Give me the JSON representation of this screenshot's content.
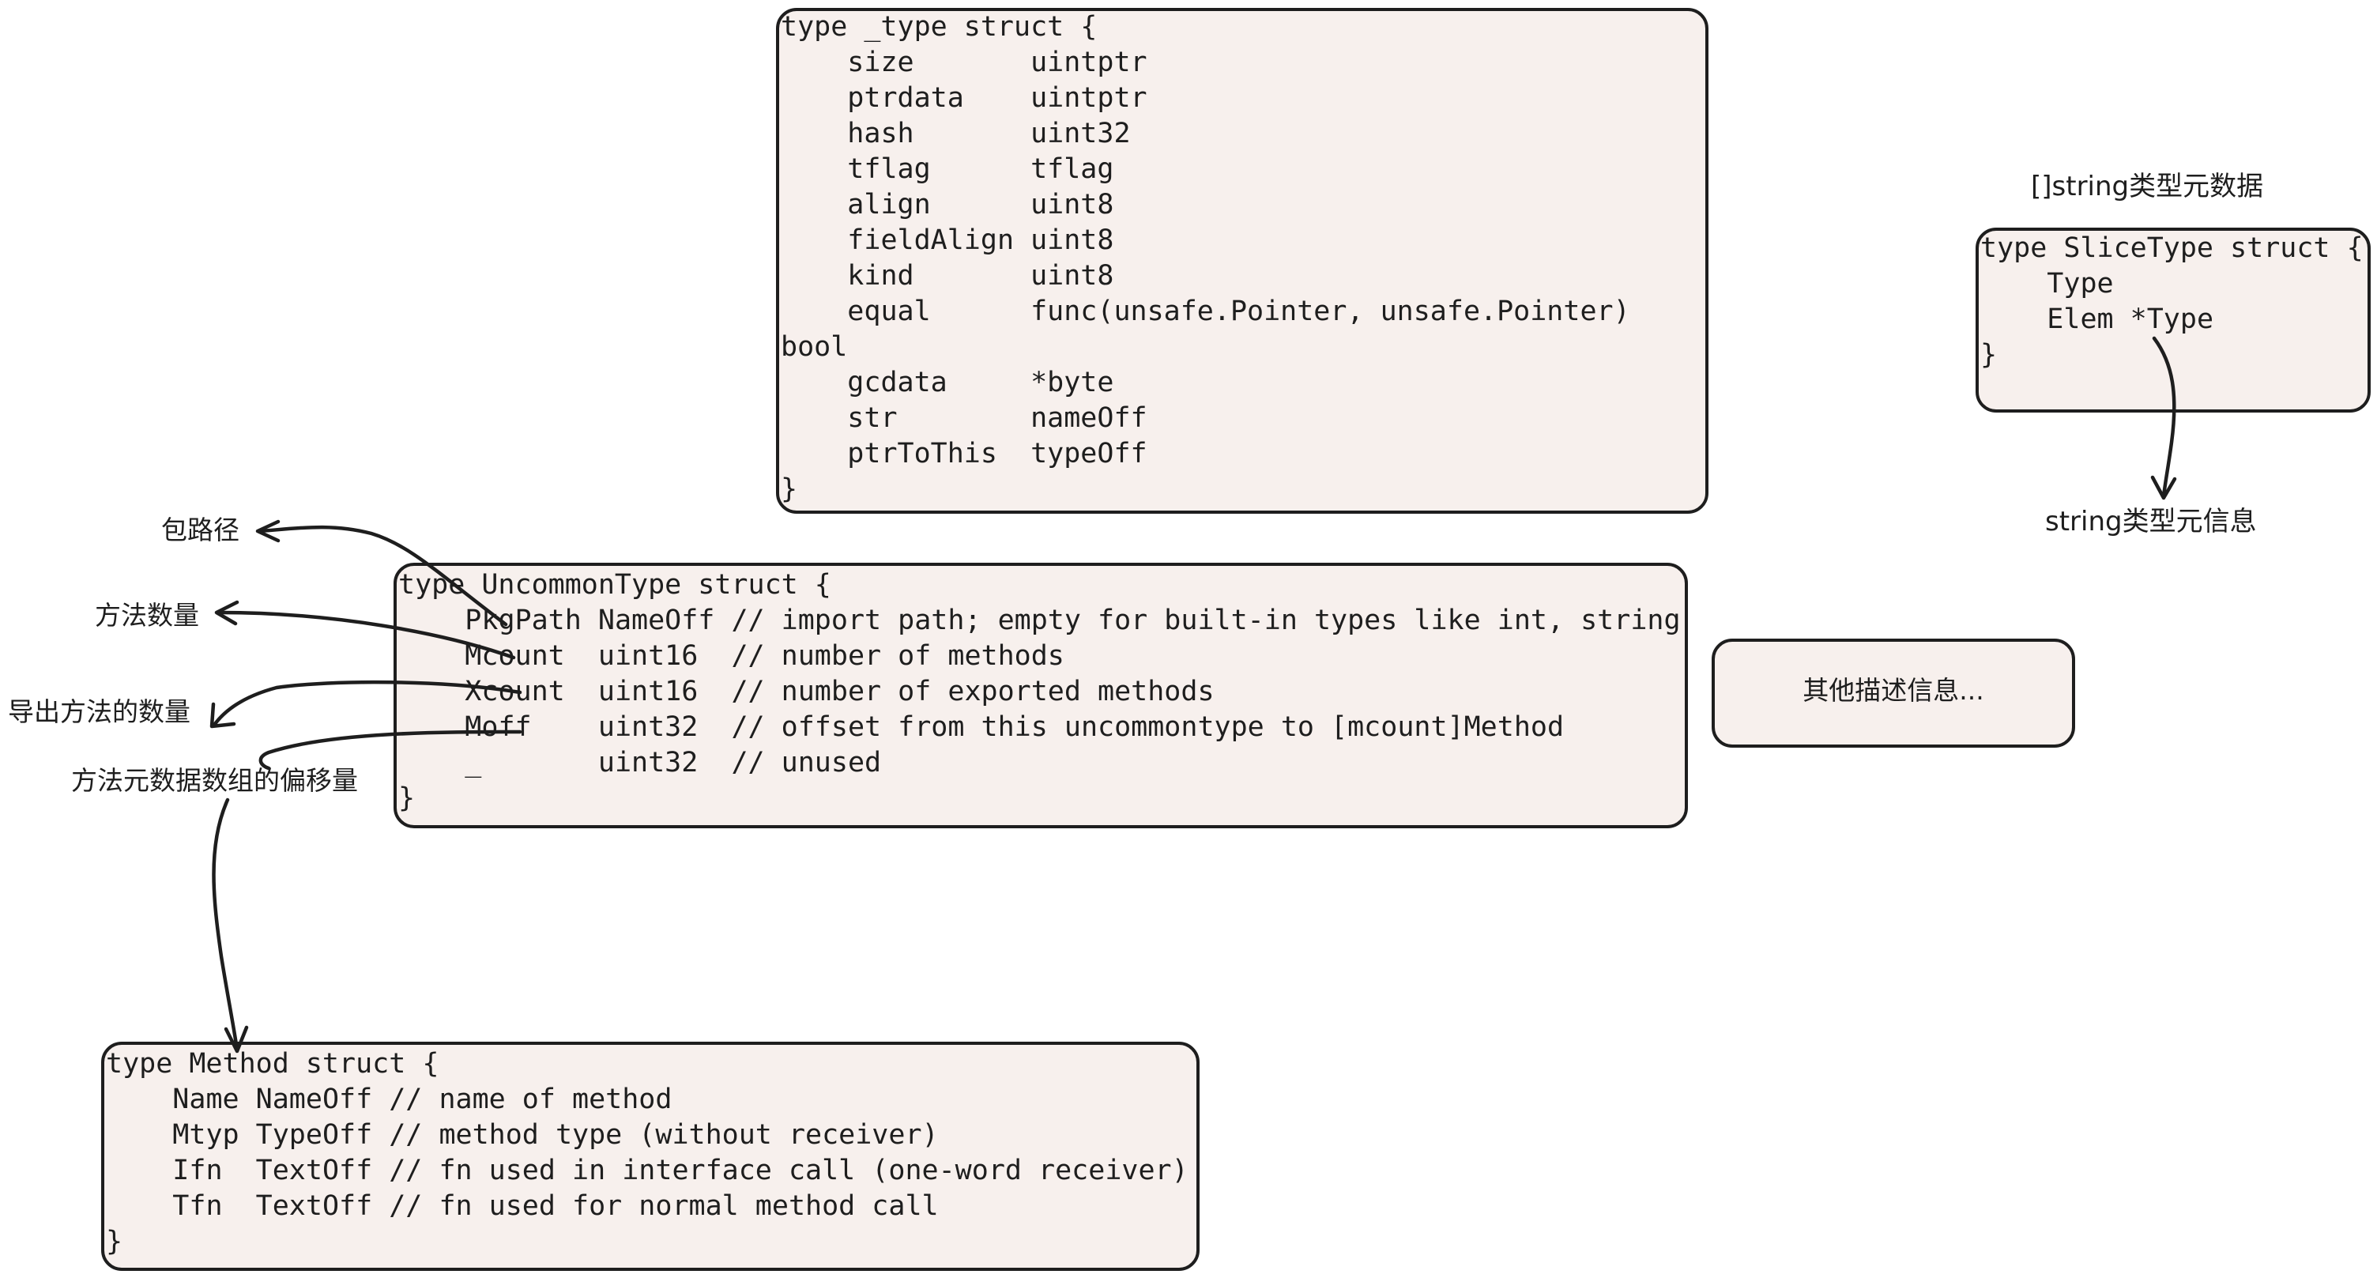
{
  "type_box": {
    "lines": [
      "type _type struct {",
      "\tsize       uintptr",
      "\tptrdata    uintptr",
      "\thash       uint32",
      "\ttflag      tflag",
      "\talign      uint8",
      "\tfieldAlign uint8",
      "\tkind       uint8",
      "\tequal      func(unsafe.Pointer, unsafe.Pointer)",
      "bool",
      "\tgcdata     *byte",
      "\tstr        nameOff",
      "\tptrToThis  typeOff",
      "}"
    ]
  },
  "uncommon_box": {
    "lines": [
      "type UncommonType struct {",
      "\tPkgPath NameOff // import path; empty for built-in types like int, string",
      "\tMcount  uint16  // number of methods",
      "\tXcount  uint16  // number of exported methods",
      "\tMoff    uint32  // offset from this uncommontype to [mcount]Method",
      "\t_       uint32  // unused",
      "}"
    ]
  },
  "method_box": {
    "lines": [
      "type Method struct {",
      "\tName NameOff // name of method",
      "\tMtyp TypeOff // method type (without receiver)",
      "\tIfn  TextOff // fn used in interface call (one-word receiver)",
      "\tTfn  TextOff // fn used for normal method call",
      "}"
    ]
  },
  "slice_box": {
    "title": "[]string类型元数据",
    "lines": [
      "type SliceType struct {",
      "\tType",
      "\tElem *Type",
      "}"
    ],
    "elem_target_label": "string类型元信息"
  },
  "other_box": {
    "label": "其他描述信息..."
  },
  "annotations": {
    "pkgpath": "包路径",
    "mcount": "方法数量",
    "xcount": "导出方法的数量",
    "moff": "方法元数据数组的偏移量"
  }
}
